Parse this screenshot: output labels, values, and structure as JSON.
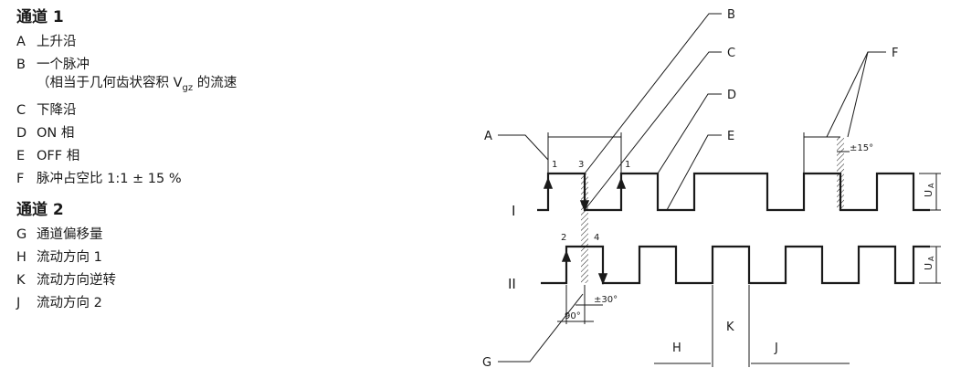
{
  "legend": {
    "channel1": {
      "title_word": "通道",
      "title_num": "1",
      "items": [
        {
          "key": "A",
          "text": "上升沿"
        },
        {
          "key": "B",
          "text": "一个脉冲",
          "note": "（相当于几何齿状容积 V"
        },
        {
          "key": "C",
          "text": "下降沿"
        },
        {
          "key": "D",
          "text": "ON 相"
        },
        {
          "key": "E",
          "text": "OFF 相"
        },
        {
          "key": "F",
          "text": "脉冲占空比  1:1 ± 15 %"
        }
      ],
      "note_sub": "gz",
      "note_tail": " 的流速"
    },
    "channel2": {
      "title_word": "通道",
      "title_num": "2",
      "items": [
        {
          "key": "G",
          "text": "通道偏移量"
        },
        {
          "key": "H",
          "text": "流动方向 1"
        },
        {
          "key": "K",
          "text": "流动方向逆转"
        },
        {
          "key": "J",
          "text": "流动方向 2"
        }
      ]
    }
  },
  "diagram": {
    "callouts": [
      "A",
      "B",
      "C",
      "D",
      "E",
      "F",
      "G",
      "H",
      "K",
      "J"
    ],
    "channel_labels": [
      "I",
      "II"
    ],
    "edge_numbers": [
      "1",
      "3",
      "1",
      "2",
      "4"
    ],
    "tolerance_f": "±15°",
    "tolerance_g": "±30°",
    "phase_angle": "90°",
    "amplitude_label": "U",
    "amplitude_sub": "A"
  }
}
